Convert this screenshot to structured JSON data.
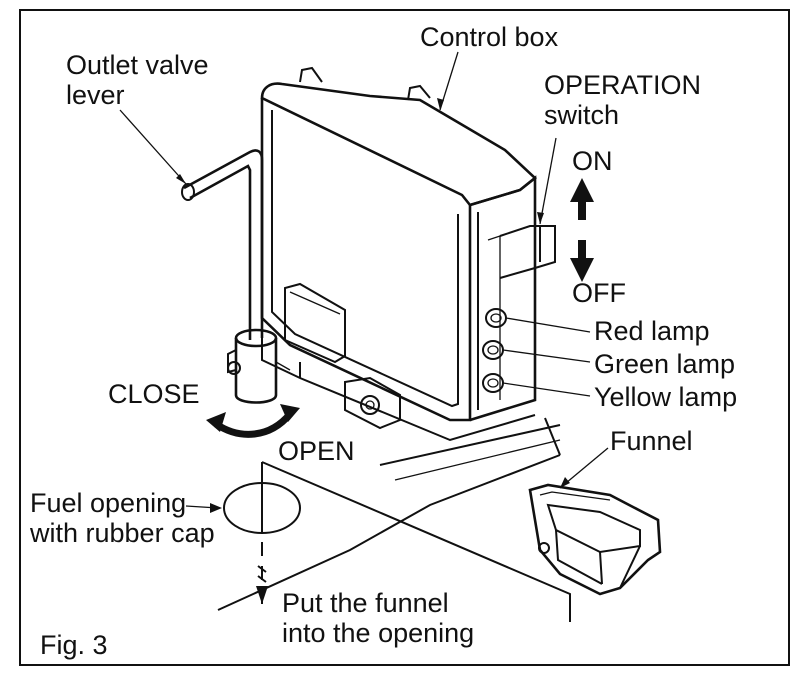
{
  "figure": {
    "fig_label": "Fig. 3",
    "labels": {
      "control_box": "Control box",
      "outlet_valve_line1": "Outlet valve",
      "outlet_valve_line2": "lever",
      "operation_line1": "OPERATION",
      "operation_line2": "switch",
      "on": "ON",
      "off": "OFF",
      "red_lamp": "Red lamp",
      "green_lamp": "Green lamp",
      "yellow_lamp": "Yellow lamp",
      "close": "CLOSE",
      "open": "OPEN",
      "funnel": "Funnel",
      "fuel_opening_line1": "Fuel opening",
      "fuel_opening_line2": "with rubber cap",
      "put_funnel_line1": "Put the funnel",
      "put_funnel_line2": "into the opening"
    }
  }
}
